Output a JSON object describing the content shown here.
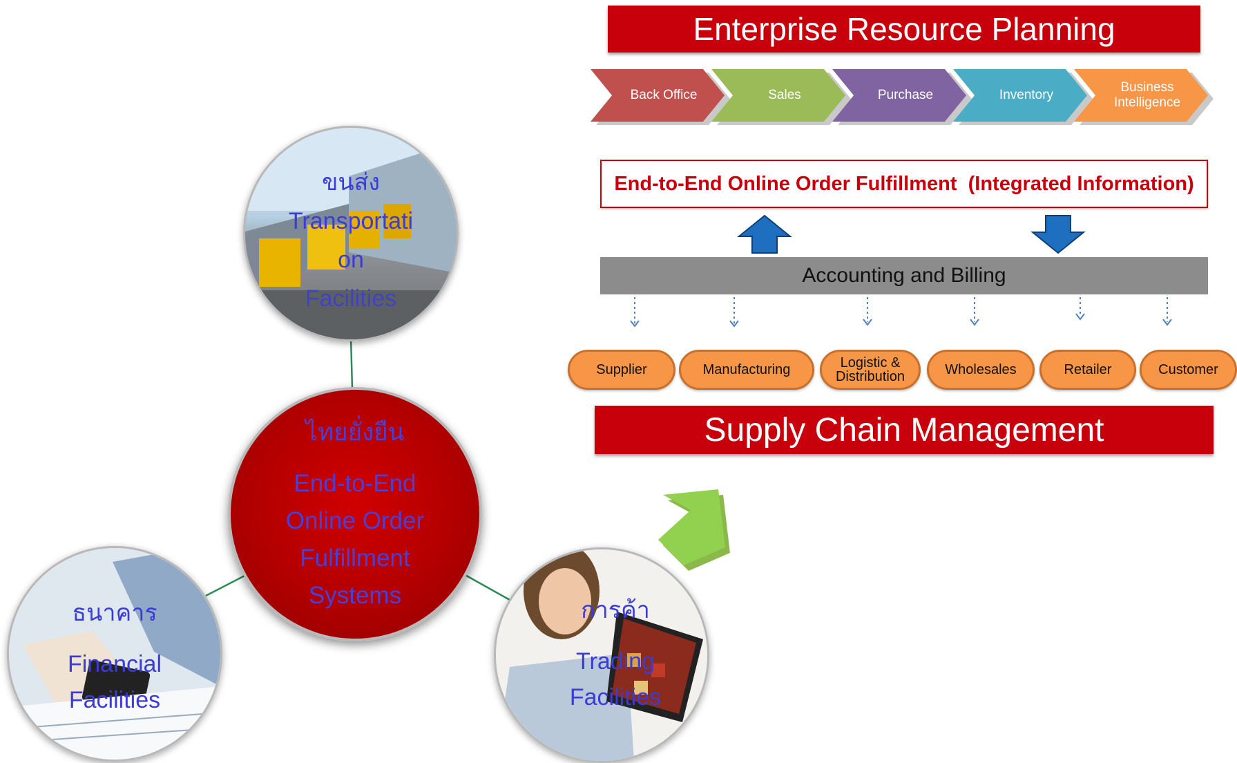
{
  "erp": {
    "title": "Enterprise Resource Planning",
    "modules": [
      {
        "lines": [
          "Back Office"
        ],
        "color": "#c0504d"
      },
      {
        "lines": [
          "Sales"
        ],
        "color": "#9bbb59"
      },
      {
        "lines": [
          "Purchase"
        ],
        "color": "#8064a2"
      },
      {
        "lines": [
          "Inventory"
        ],
        "color": "#4bacc6"
      },
      {
        "lines": [
          "Business",
          "Intelligence"
        ],
        "color": "#f79646"
      }
    ]
  },
  "fulfillment": {
    "label": "End-to-End Online Order Fulfillment  (Integrated Information)",
    "up_arrow_color": "#1f6fc1",
    "down_arrow_color": "#1f6fc1"
  },
  "accounting": {
    "label": "Accounting and Billing"
  },
  "supply_chain": {
    "title": "Supply Chain Management",
    "nodes": [
      {
        "lines": [
          "Supplier"
        ]
      },
      {
        "lines": [
          "Manufacturing"
        ]
      },
      {
        "lines": [
          "Logistic &",
          "Distribution"
        ]
      },
      {
        "lines": [
          "Wholesales"
        ]
      },
      {
        "lines": [
          "Retailer"
        ]
      },
      {
        "lines": [
          "Customer"
        ]
      }
    ]
  },
  "central": {
    "thai": "ไทยยั่งยืน",
    "lines": [
      "End-to-End",
      "Online Order",
      "Fulfillment",
      "Systems"
    ]
  },
  "transport": {
    "thai": "ขนส่ง",
    "lines": [
      "Transportati",
      "on",
      "Facilities"
    ]
  },
  "financial": {
    "thai": "ธนาคาร",
    "lines": [
      "Financial",
      "Facilities"
    ]
  },
  "trading": {
    "thai": "การค้า",
    "lines": [
      "Trading",
      "Facilities"
    ]
  },
  "colors": {
    "red_banner": "#c8000c",
    "connector": "#2e8b57",
    "green_arrow": "#92d050"
  }
}
